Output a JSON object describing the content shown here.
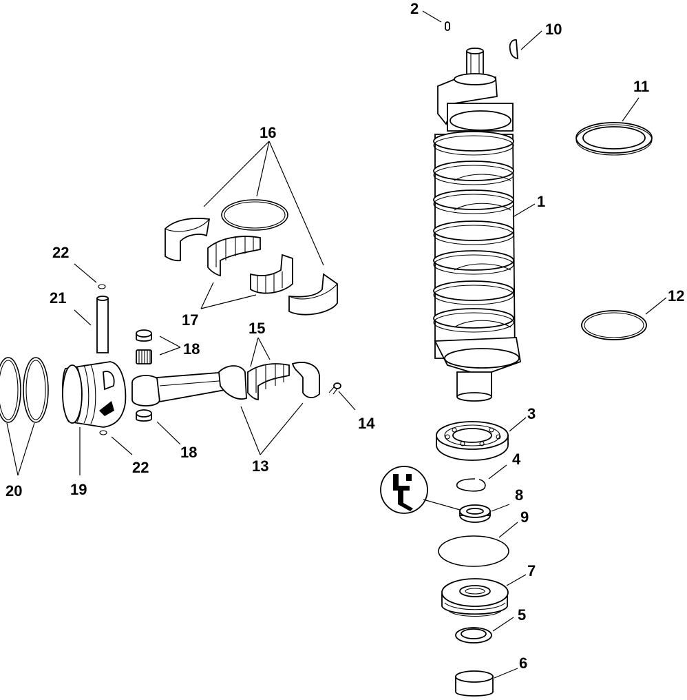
{
  "callouts": {
    "c1": "1",
    "c2": "2",
    "c3": "3",
    "c4": "4",
    "c5": "5",
    "c6": "6",
    "c7": "7",
    "c8": "8",
    "c9": "9",
    "c10": "10",
    "c11": "11",
    "c12": "12",
    "c13": "13",
    "c14": "14",
    "c15": "15",
    "c16": "16",
    "c17": "17",
    "c18a": "18",
    "c18b": "18",
    "c19": "19",
    "c20": "20",
    "c21": "21",
    "c22a": "22",
    "c22b": "22"
  },
  "icons": {
    "lubricant": "lubricant-icon"
  }
}
